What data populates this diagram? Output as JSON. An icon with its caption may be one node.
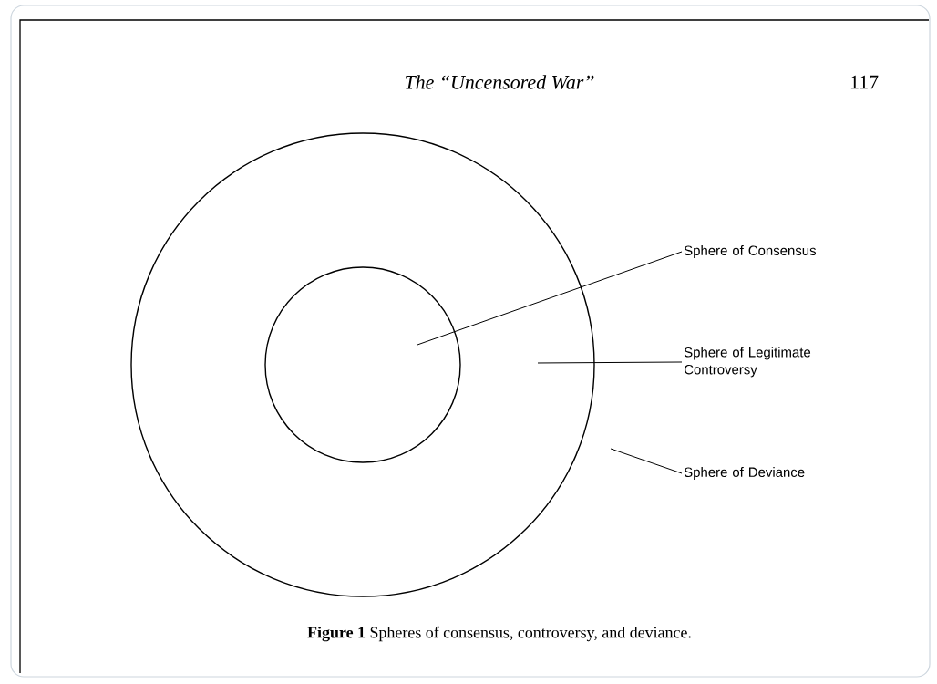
{
  "diagram": {
    "title": "The “Uncensored War”",
    "caption": "**Figure 1** Spheres of consensus, controversy, and deviance.",
    "nodes": [
      {
        "text": [],
        "shape": "circle"
      },
      {
        "text": [],
        "shape": "circle",
        "in": 0
      },
      {
        "text": [
          "Sphere of Consensus"
        ]
      },
      {
        "text": [
          "Sphere of Legitimate Controversy"
        ]
      },
      {
        "text": [
          "Sphere of Deviance"
        ]
      }
    ],
    "edges": [
      {
        "from": 2,
        "to": 1,
        "arrow": "none"
      },
      {
        "from": 3,
        "to": 0,
        "arrow": "none"
      },
      {
        "from": 4,
        "to": null,
        "arrow": "none"
      }
    ],
    "labels": [
      "117"
    ]
  }
}
